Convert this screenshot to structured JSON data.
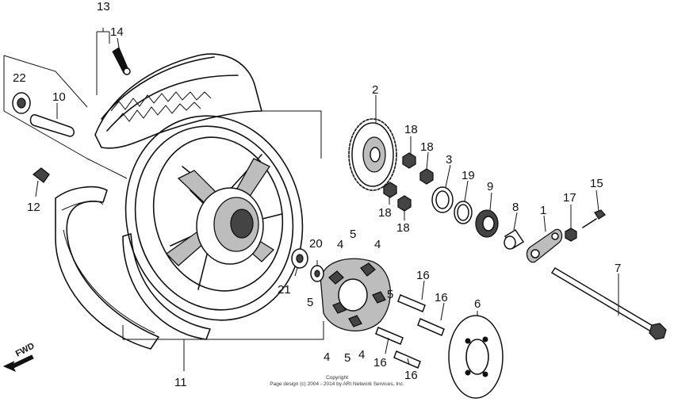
{
  "callouts": {
    "c1": "1",
    "c2": "2",
    "c3": "3",
    "c4a": "4",
    "c4b": "4",
    "c4c": "4",
    "c4d": "4",
    "c5a": "5",
    "c5b": "5",
    "c5c": "5",
    "c5d": "5",
    "c6": "6",
    "c7": "7",
    "c8": "8",
    "c9": "9",
    "c10": "10",
    "c11": "11",
    "c12": "12",
    "c13": "13",
    "c14": "14",
    "c15": "15",
    "c16a": "16",
    "c16b": "16",
    "c16c": "16",
    "c16d": "16",
    "c17": "17",
    "c18a": "18",
    "c18b": "18",
    "c18c": "18",
    "c18d": "18",
    "c19": "19",
    "c20": "20",
    "c21": "21",
    "c22": "22"
  },
  "fwd_label": "FWD",
  "copyright": {
    "line1": "Copyright",
    "line2": "Page design (c) 2004 - 2014 by ARI Network Services, Inc."
  }
}
